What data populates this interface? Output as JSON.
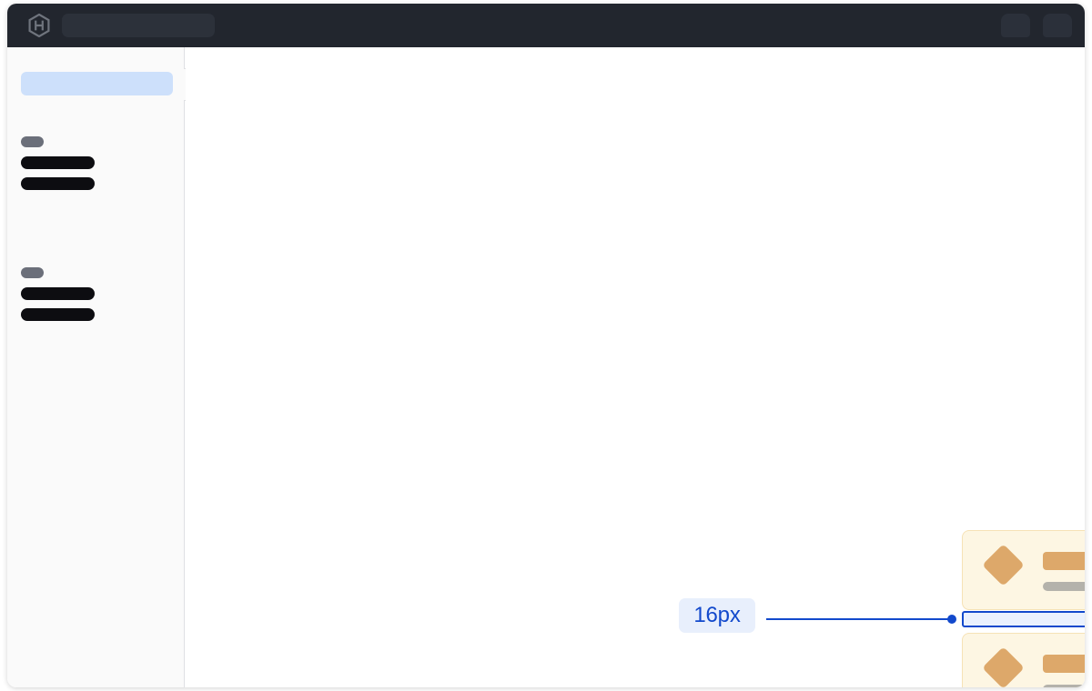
{
  "window": {
    "name": "design-inspector-window"
  },
  "topbar": {
    "logo_icon": "hexagon-h-logo-icon",
    "logo_color": "#6f747d",
    "background_color": "#22262e",
    "search": {
      "name": "search-skeleton",
      "value": "",
      "placeholder": ""
    },
    "actions": [
      {
        "name": "topbar-action-one",
        "icon": "placeholder-pill-icon"
      },
      {
        "name": "topbar-action-two",
        "icon": "placeholder-pill-icon"
      }
    ]
  },
  "sidebar": {
    "background_color": "#fafafa",
    "border_color": "#dfe0e3",
    "active_item": {
      "name": "sidebar-item-active",
      "label": "",
      "highlight_color": "#cde0fb"
    },
    "notch": {
      "name": "sidebar-collapse-tab",
      "label": ""
    },
    "groups": [
      {
        "name": "sidebar-group-one",
        "label": "",
        "label_color": "#6b6f7a",
        "items": [
          {
            "name": "sidebar-item-1-a",
            "label": ""
          },
          {
            "name": "sidebar-item-1-b",
            "label": ""
          }
        ]
      },
      {
        "name": "sidebar-group-two",
        "label": "",
        "label_color": "#6b6f7a",
        "items": [
          {
            "name": "sidebar-item-2-a",
            "label": ""
          },
          {
            "name": "sidebar-item-2-b",
            "label": ""
          }
        ]
      }
    ]
  },
  "canvas": {
    "background_color": "#ffffff",
    "measurement": {
      "name": "spacing-measurement",
      "value": "16px",
      "text_color": "#1249cc",
      "label_background": "#e8effc",
      "line_color": "#1249cc",
      "gap_fill": "#eaf1fe",
      "gap_border": "#1249cc"
    },
    "cards": [
      {
        "name": "content-card-top",
        "background_color": "#fdf6e3",
        "border_color": "#f6e2b6",
        "icon": "diamond-icon",
        "icon_color": "#dda86a",
        "title_placeholder": "",
        "subtitle_placeholder": ""
      },
      {
        "name": "content-card-bottom",
        "background_color": "#fdf6e3",
        "border_color": "#f6e2b6",
        "icon": "diamond-icon",
        "icon_color": "#dda86a",
        "title_placeholder": "",
        "subtitle_placeholder": ""
      }
    ]
  }
}
